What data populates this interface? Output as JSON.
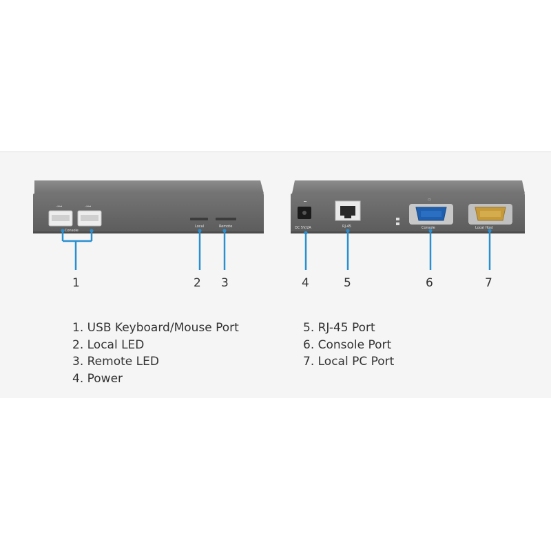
{
  "device_labels": {
    "console_usb": "Console",
    "local_led": "Local",
    "remote_led": "Remote",
    "power": "DC 5V/2A",
    "rj45": "RJ-45",
    "console_vga": "Console",
    "local_host": "Local Host"
  },
  "callouts": [
    {
      "number": "1"
    },
    {
      "number": "2"
    },
    {
      "number": "3"
    },
    {
      "number": "4"
    },
    {
      "number": "5"
    },
    {
      "number": "6"
    },
    {
      "number": "7"
    }
  ],
  "legend": {
    "left": [
      "1. USB Keyboard/Mouse Port",
      "2. Local LED",
      "3. Remote LED",
      "4. Power"
    ],
    "right": [
      "5. RJ-45 Port",
      "6. Console Port",
      "7. Local PC Port"
    ]
  },
  "colors": {
    "callout_line": "#2a8fd0",
    "device_body": "#6a6a6a",
    "vga_connector": "#1f5fae",
    "db9_connector": "#c69a3a"
  }
}
